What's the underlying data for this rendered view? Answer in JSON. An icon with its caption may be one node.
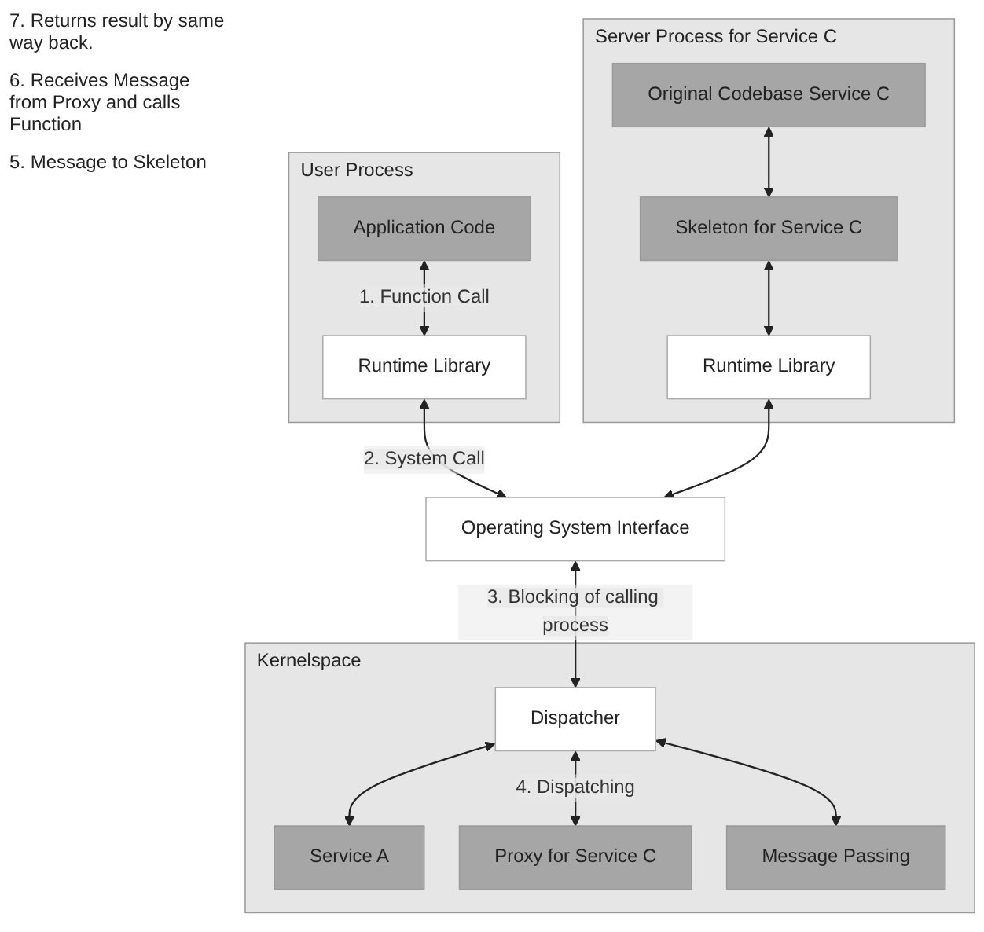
{
  "diagram": {
    "nodes": [
      {
        "text": [
          "User Process"
        ]
      },
      {
        "text": [
          "Application Code"
        ],
        "in": 0
      },
      {
        "text": [
          "Runtime Library"
        ],
        "in": 0
      },
      {
        "text": [
          "Server Process for Service C"
        ]
      },
      {
        "text": [
          "Original Codebase Service C"
        ],
        "in": 3
      },
      {
        "text": [
          "Skeleton for Service C"
        ],
        "in": 3
      },
      {
        "text": [
          "Runtime Library"
        ],
        "in": 3
      },
      {
        "text": [
          "Kernelspace"
        ]
      },
      {
        "text": [
          "Operating System Interface"
        ]
      },
      {
        "text": [
          "Dispatcher"
        ],
        "in": 7
      },
      {
        "text": [
          "Service A"
        ],
        "in": 7
      },
      {
        "text": [
          "Proxy for Service C"
        ],
        "in": 7
      },
      {
        "text": [
          "Message Passing"
        ],
        "in": 7
      }
    ],
    "edges": [
      {
        "from": 1,
        "to": 2,
        "arrow": "both",
        "label": "1. Function Call"
      },
      {
        "from": 4,
        "to": 5,
        "arrow": "both"
      },
      {
        "from": 5,
        "to": 6,
        "arrow": "both"
      },
      {
        "from": 2,
        "to": 8,
        "arrow": "both",
        "label": "2. System Call"
      },
      {
        "from": 6,
        "to": 8,
        "arrow": "both"
      },
      {
        "from": 8,
        "to": 9,
        "arrow": "both",
        "label": "3. Blocking of calling process"
      },
      {
        "from": 9,
        "to": 10,
        "arrow": "both"
      },
      {
        "from": 9,
        "to": 11,
        "arrow": "both",
        "label": "4. Dispatching"
      },
      {
        "from": 9,
        "to": 12,
        "arrow": "both"
      }
    ],
    "labels": [
      "7. Returns result by same way back.",
      "6. Receives Message from Proxy and calls Function",
      "5. Message to Skeleton"
    ]
  }
}
